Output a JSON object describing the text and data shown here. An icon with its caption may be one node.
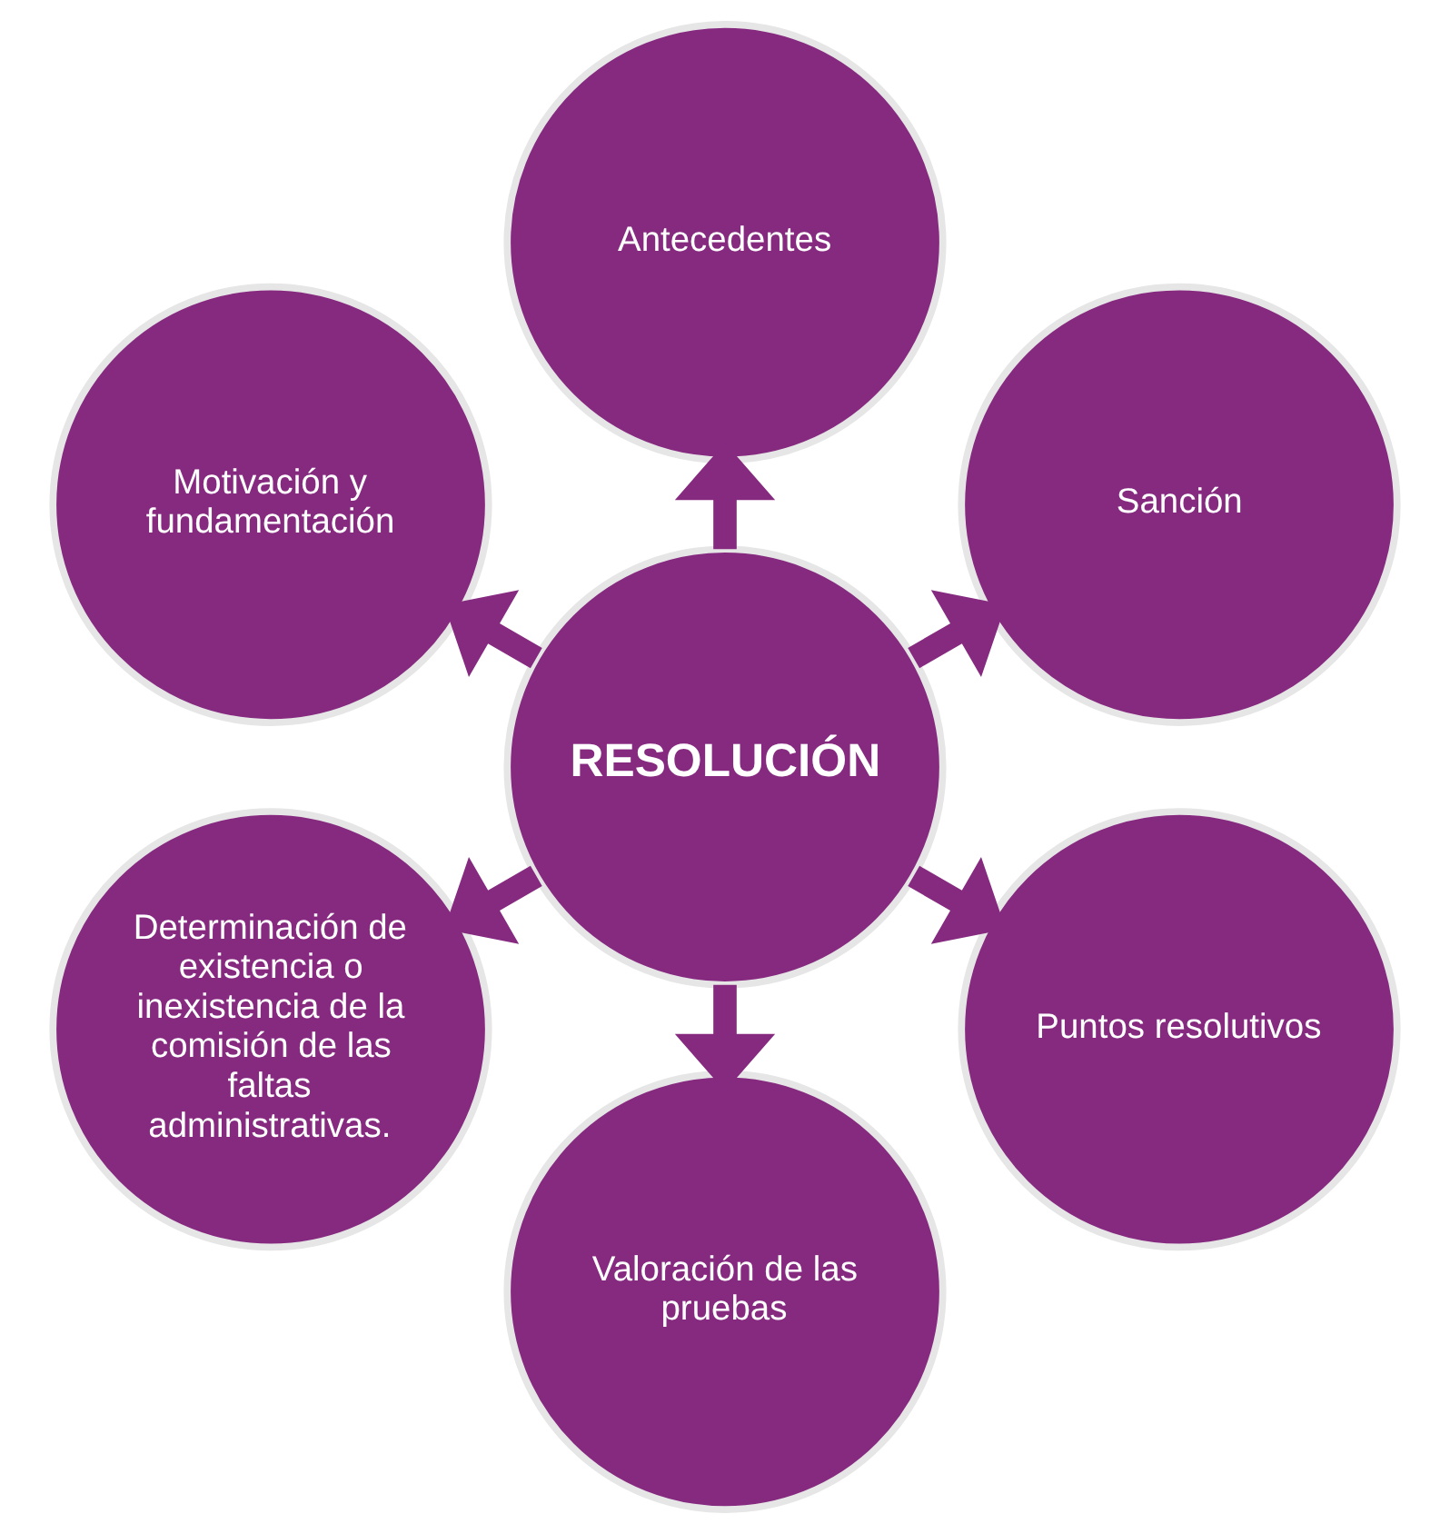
{
  "diagram": {
    "nodes": [
      {
        "text": [
          "Sanción"
        ]
      },
      {
        "text": [
          "Antecedentes"
        ]
      },
      {
        "text": [
          "Motivación y fundamentación"
        ]
      },
      {
        "text": [
          "RESOLUCIÓN"
        ]
      },
      {
        "text": [
          "Determinación de existencia o inexistencia de la comisión de las faltas administrativas."
        ]
      },
      {
        "text": [
          "Valoración de las pruebas"
        ]
      },
      {
        "text": [
          "Puntos resolutivos"
        ]
      }
    ],
    "edges": [
      {
        "from": 3,
        "to": 0,
        "arrow": "to"
      },
      {
        "from": 3,
        "to": 2,
        "arrow": "to"
      },
      {
        "from": 3,
        "to": 5,
        "arrow": "to"
      },
      {
        "from": 3,
        "to": 6,
        "arrow": "to"
      },
      {
        "from": 3,
        "to": 4,
        "arrow": "to"
      },
      {
        "from": 3,
        "to": 1,
        "arrow": "to"
      }
    ]
  }
}
